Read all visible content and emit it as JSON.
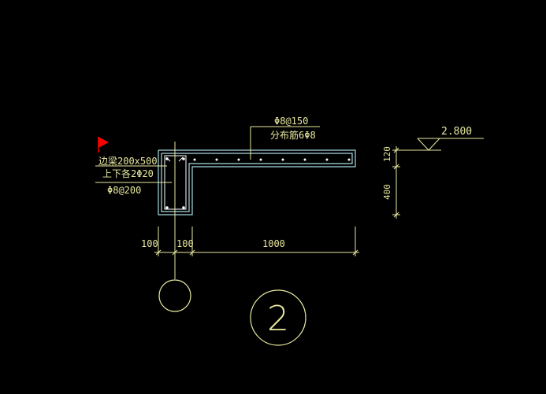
{
  "background_color": "#000000",
  "colors": {
    "line_yellow": "#e8e8a0",
    "section_cyan": "#a8d8e0",
    "bar_white": "#ffffff",
    "flag_red": "#ff0000"
  },
  "beam_labels": {
    "line1": "边梁200x500",
    "line2": "上下各2Φ20",
    "line3": "Φ8@200"
  },
  "slab_labels": {
    "line1": "Φ8@150",
    "line2": "分布筋6Φ8"
  },
  "elevation": {
    "value": "2.800"
  },
  "vertical_dims": {
    "top": "120",
    "bottom": "400"
  },
  "horizontal_dims": {
    "left": "100",
    "middle": "100",
    "right": "1000"
  },
  "section_number": "2",
  "icons": {
    "flag": "flag-icon"
  }
}
